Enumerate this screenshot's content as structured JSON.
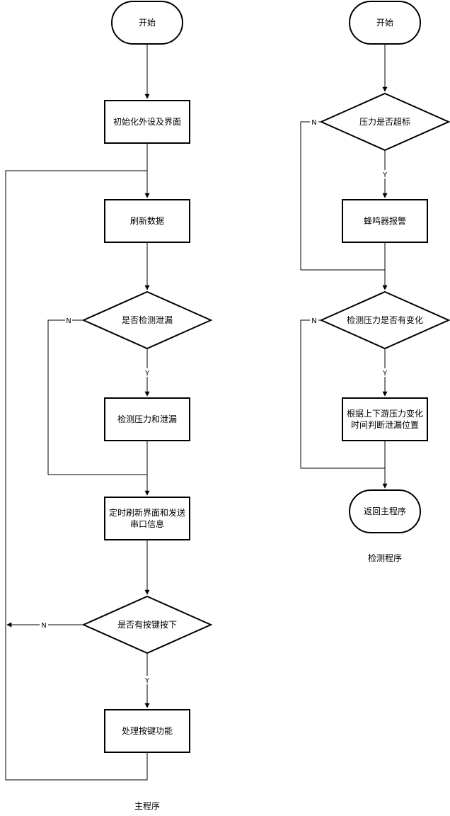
{
  "main": {
    "start": "开始",
    "init": "初始化外设及界面",
    "refresh": "刷新数据",
    "detect_q": "是否检测泄漏",
    "detect": "检测压力和泄漏",
    "timer_1": "定时刷新界面和发送",
    "timer_2": "串口信息",
    "key_q": "是否有按键按下",
    "key_proc": "处理按键功能",
    "caption": "主程序"
  },
  "detect_prog": {
    "start": "开始",
    "over_q": "压力是否超标",
    "alarm": "蜂鸣器报警",
    "change_q": "检测压力是否有变化",
    "locate_1": "根据上下游压力变化",
    "locate_2": "时间判断泄漏位置",
    "return": "返回主程序",
    "caption": "检测程序"
  },
  "labels": {
    "yes": "Y",
    "no": "N"
  }
}
